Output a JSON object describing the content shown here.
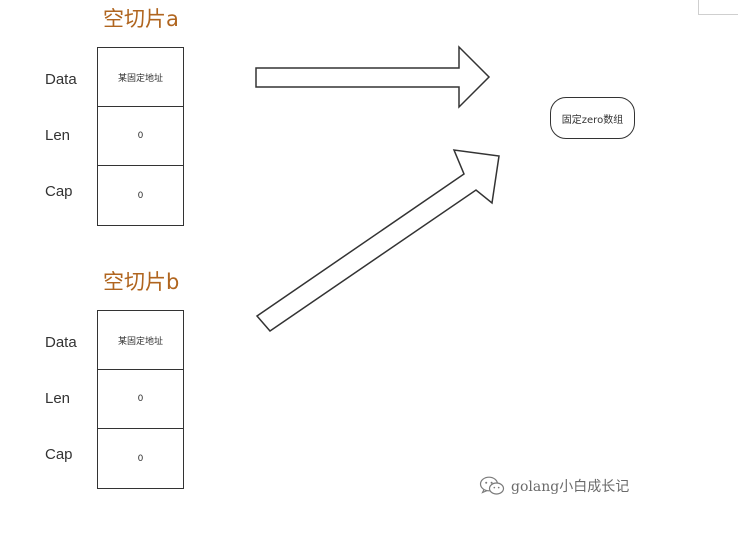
{
  "slice_a": {
    "title": "空切片a",
    "fields": [
      {
        "label": "Data",
        "value": "某固定地址"
      },
      {
        "label": "Len",
        "value": "0"
      },
      {
        "label": "Cap",
        "value": "0"
      }
    ]
  },
  "slice_b": {
    "title": "空切片b",
    "fields": [
      {
        "label": "Data",
        "value": "某固定地址"
      },
      {
        "label": "Len",
        "value": "0"
      },
      {
        "label": "Cap",
        "value": "0"
      }
    ]
  },
  "target": {
    "label": "固定zero数组"
  },
  "watermark": {
    "text": "golang小白成长记",
    "icon": "wechat-icon"
  }
}
